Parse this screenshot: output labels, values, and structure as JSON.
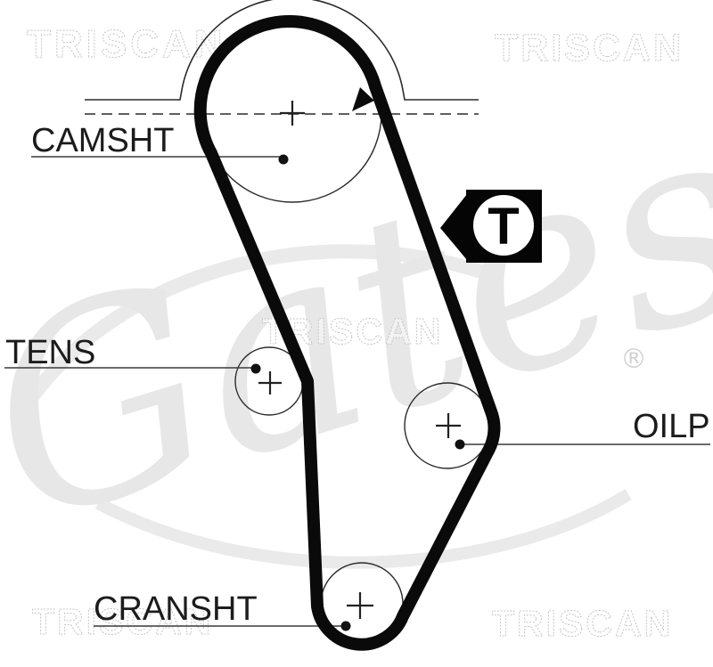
{
  "diagram": {
    "watermarks": {
      "brand": "TRISCAN",
      "logo": "Gates",
      "registered": "®"
    },
    "tension_badge": {
      "label": "T"
    },
    "pulley_labels": {
      "camshaft": "CAMSHT",
      "tensioner": "TENS",
      "oil_pump": "OILP",
      "crankshaft": "CRANSHT"
    }
  }
}
